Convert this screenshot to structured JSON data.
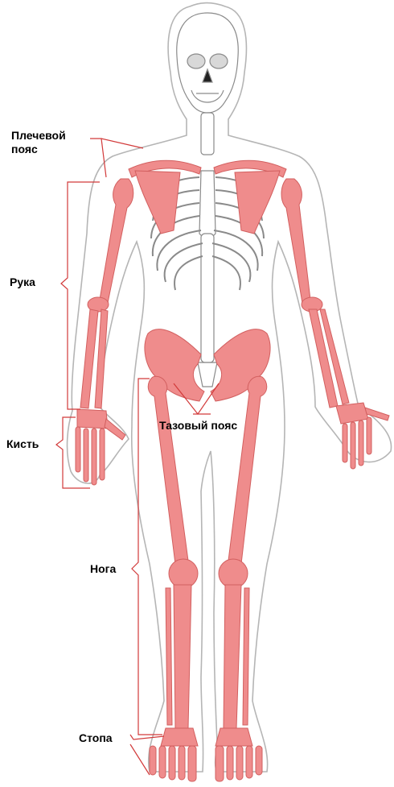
{
  "colors": {
    "appendicular": "#ef8c8c",
    "appendicular_stroke": "#d25f5f",
    "axial_fill": "#ffffff",
    "axial_stroke": "#8a8a8a",
    "outline": "#b5b5b5",
    "bracket": "#d23a3a",
    "label": "#000000"
  },
  "labels": {
    "shoulder_girdle": "Плечевой пояс",
    "arm": "Рука",
    "hand": "Кисть",
    "pelvic_girdle": "Тазовый пояс",
    "leg": "Нога",
    "foot": "Стопа"
  }
}
